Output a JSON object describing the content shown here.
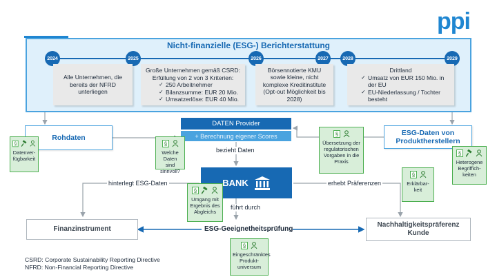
{
  "logo": "ppi",
  "banner": {
    "title": "Nicht-finanzielle (ESG-) Berichterstattung",
    "years": [
      "2024",
      "2025",
      "2026",
      "2027",
      "2028",
      "2029"
    ],
    "card1": "Alle Unternehmen, die bereits der NFRD unterliegen",
    "card2": {
      "heading": "Große Unternehmen gemäß CSRD: Erfüllung von 2 von 3 Kriterien:",
      "items": [
        "250 Arbeitnehmer",
        "Bilanzsumme: EUR 20 Mio.",
        "Umsatzerlöse: EUR 40 Mio."
      ]
    },
    "card3": "Börsennotierte KMU sowie kleine, nicht komplexe Kreditinstitute (Opt-out Möglichkeit bis 2028)",
    "card4": {
      "heading": "Drittland",
      "items": [
        "Umsatz von EUR 150 Mio. in der EU",
        "EU-Niederlassung / Tochter besteht"
      ]
    }
  },
  "nodes": {
    "rohdaten": "Rohdaten",
    "provider_title": "DATEN Provider",
    "provider_sub": "+ Berechnung eigener Scores",
    "esg_produkt": "ESG-Daten von Produktherstellern",
    "bank": "BANK",
    "finanzinstrument": "Finanzinstrument",
    "nachhaltigkeit": "Nachhaltigkeitspräferenz Kunde"
  },
  "connectors": {
    "bezieht": "bezieht Daten",
    "hinterlegt": "hinterlegt ESG-Daten",
    "erhebt": "erhebt Präferenzen",
    "fuehrt": "führt durch",
    "eignung": "ESG-Geeignetheitsprüfung"
  },
  "issues": {
    "datenverfuegbarkeit": "Datenver- fügbarkeit",
    "sinnvoll": "Welche Daten sind sinnvoll?",
    "uebersetzung": "Übersetzung der regulatorischen Vorgaben in die Praxis",
    "heterogen": "Heterogene Begriffich- keiten",
    "umgang": "Umgang mit Ergebnis des Abgleichs",
    "erklaerbarkeit": "Erklärbar- keit",
    "eingeschraenkt": "Eingeschränktes Produkt- universum"
  },
  "footnotes": {
    "csrd": "CSRD: Corporate Sustainability Reporting Directive",
    "nfrd": "NFRD: Non-Financial Reporting Directive"
  },
  "colors": {
    "brand_blue": "#1769b3",
    "light_blue": "#4aa3df",
    "banner_bg": "#dff0fb",
    "issue_green": "#4caf50",
    "issue_bg": "#d8eed9"
  }
}
